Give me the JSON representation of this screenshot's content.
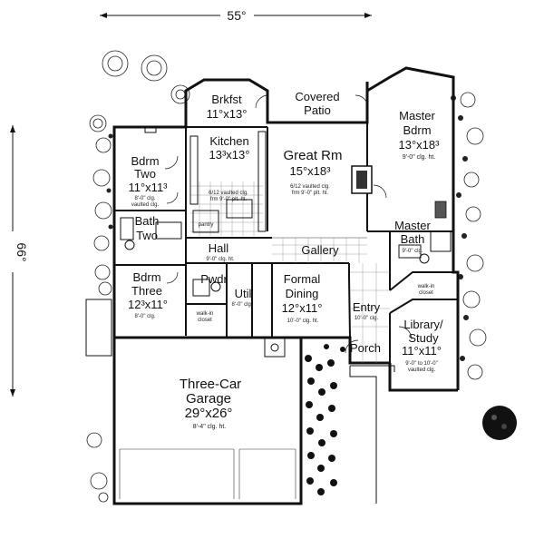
{
  "dimensions": {
    "width": "55°",
    "depth": "66°"
  },
  "rooms": {
    "breakfast": {
      "name": "Brkfst",
      "size": "11°x13°"
    },
    "covered_patio": {
      "line1": "Covered",
      "line2": "Patio"
    },
    "master_bedroom": {
      "line1": "Master",
      "line2": "Bdrm",
      "size": "13°x18³",
      "note": "9'-0\" clg. ht."
    },
    "kitchen": {
      "name": "Kitchen",
      "size": "13³x13°",
      "note1": "6/12 vaulted clg.",
      "note2": "frm 9'-0\" plt. ht.",
      "pantry": "pantry"
    },
    "bedroom_two": {
      "line1": "Bdrm",
      "line2": "Two",
      "size": "11°x11³",
      "note1": "8'-0\" clg.",
      "note2": "vaulted clg."
    },
    "great_room": {
      "name": "Great Rm",
      "size": "15°x18³",
      "note1": "6/12 vaulted clg.",
      "note2": "frm 9'-0\" plt. ht."
    },
    "bath_two": {
      "line1": "Bath",
      "line2": "Two"
    },
    "master_bath": {
      "line1": "Master",
      "line2": "Bath",
      "note": "9'-0\" clg."
    },
    "hall": {
      "name": "Hall",
      "note": "9'-0\" clg. ht."
    },
    "gallery": {
      "name": "Gallery"
    },
    "bedroom_three": {
      "line1": "Bdrm",
      "line2": "Three",
      "size": "12³x11°",
      "note": "8'-0\" clg."
    },
    "powder": {
      "name": "Pwdr"
    },
    "utility": {
      "name": "Util",
      "note": "8'-0\" clg."
    },
    "formal_dining": {
      "line1": "Formal",
      "line2": "Dining",
      "size": "12°x11°",
      "note": "10'-0\" clg. ht."
    },
    "entry": {
      "name": "Entry",
      "note": "10'-0\" clg."
    },
    "walk_in_closet_left": {
      "line1": "walk-in",
      "line2": "closet"
    },
    "walk_in_closet_right": {
      "line1": "walk-in",
      "line2": "closet"
    },
    "library": {
      "line1": "Library/",
      "line2": "Study",
      "size": "11°x11°",
      "note1": "9'-0\" to 10'-0\"",
      "note2": "vaulted clg."
    },
    "porch": {
      "name": "Porch"
    },
    "garage": {
      "line1": "Three-Car",
      "line2": "Garage",
      "size": "29°x26°",
      "note": "8'-4\" clg. ht."
    }
  }
}
